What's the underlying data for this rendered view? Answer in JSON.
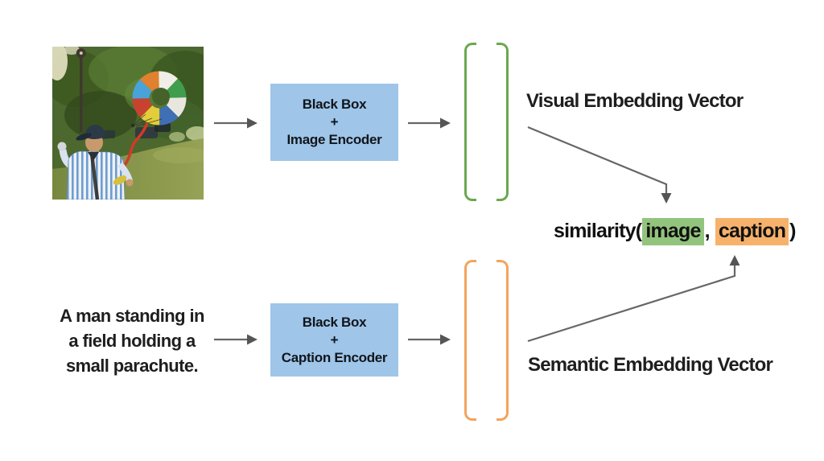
{
  "title": "Visual and semantic embedding similarity diagram",
  "colors": {
    "encoder_box_blue": "#9FC5E8",
    "visual_bracket_green": "#6AA84F",
    "semantic_bracket_orange": "#F3A45C",
    "image_highlight_green": "#93C47D",
    "caption_highlight_orange": "#F6B26B",
    "arrow_gray": "#666666",
    "text_dark": "#1e1e1e"
  },
  "photo": {
    "alt": "A man in a cap and striped shirt standing in a grassy park holding a small colorful ring parachute on a red streamer"
  },
  "top_row": {
    "encoder_box": {
      "line1": "Black Box",
      "line2": "+",
      "line3": "Image Encoder"
    },
    "vector_label": "Visual Embedding Vector"
  },
  "bottom_row": {
    "caption_lines": [
      "A man standing in",
      "a field holding a",
      "small parachute."
    ],
    "encoder_box": {
      "line1": "Black Box",
      "line2": "+",
      "line3": "Caption Encoder"
    },
    "vector_label": "Semantic Embedding Vector"
  },
  "similarity": {
    "prefix": "similarity(",
    "image_arg": "image",
    "separator": ", ",
    "caption_arg": "caption",
    "suffix": ")"
  }
}
